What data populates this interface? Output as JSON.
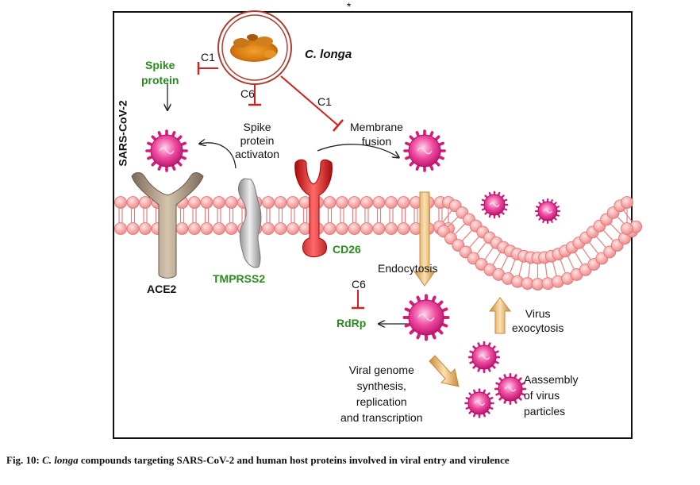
{
  "top_mark": "*",
  "source": {
    "name": "C. longa"
  },
  "compound_labels": {
    "c1_spike": "C1",
    "c6_activation": "C6",
    "c1_fusion": "C1",
    "c6_rdrp": "C6"
  },
  "labels": {
    "spike_protein": "Spike\nprotein",
    "sars_cov_2": "SARS-CoV-2",
    "spike_activation": "Spike\nprotein\nactivaton",
    "membrane_fusion": "Membrane\nfusion",
    "ace2": "ACE2",
    "tmprss2": "TMPRSS2",
    "cd26": "CD26",
    "endocytosis": "Endocytosis",
    "rdrp": "RdRp",
    "virus_exocytosis": "Virus\nexocytosis",
    "viral_genome": "Viral genome\nsynthesis,\nreplication\nand transcription",
    "assembly": "Aassembly\nof virus\nparticles"
  },
  "caption": {
    "prefix": "Fig. 10: ",
    "species": "C. longa",
    "rest": " compounds targeting SARS-CoV-2 and human host proteins involved in viral entry and virulence"
  },
  "colors": {
    "inhibit": "#d42020",
    "green_label": "#2a8a1f",
    "lipid": "#f4a4a4",
    "virus": "#e8308c",
    "arrow_orange": "#e5a45a"
  }
}
